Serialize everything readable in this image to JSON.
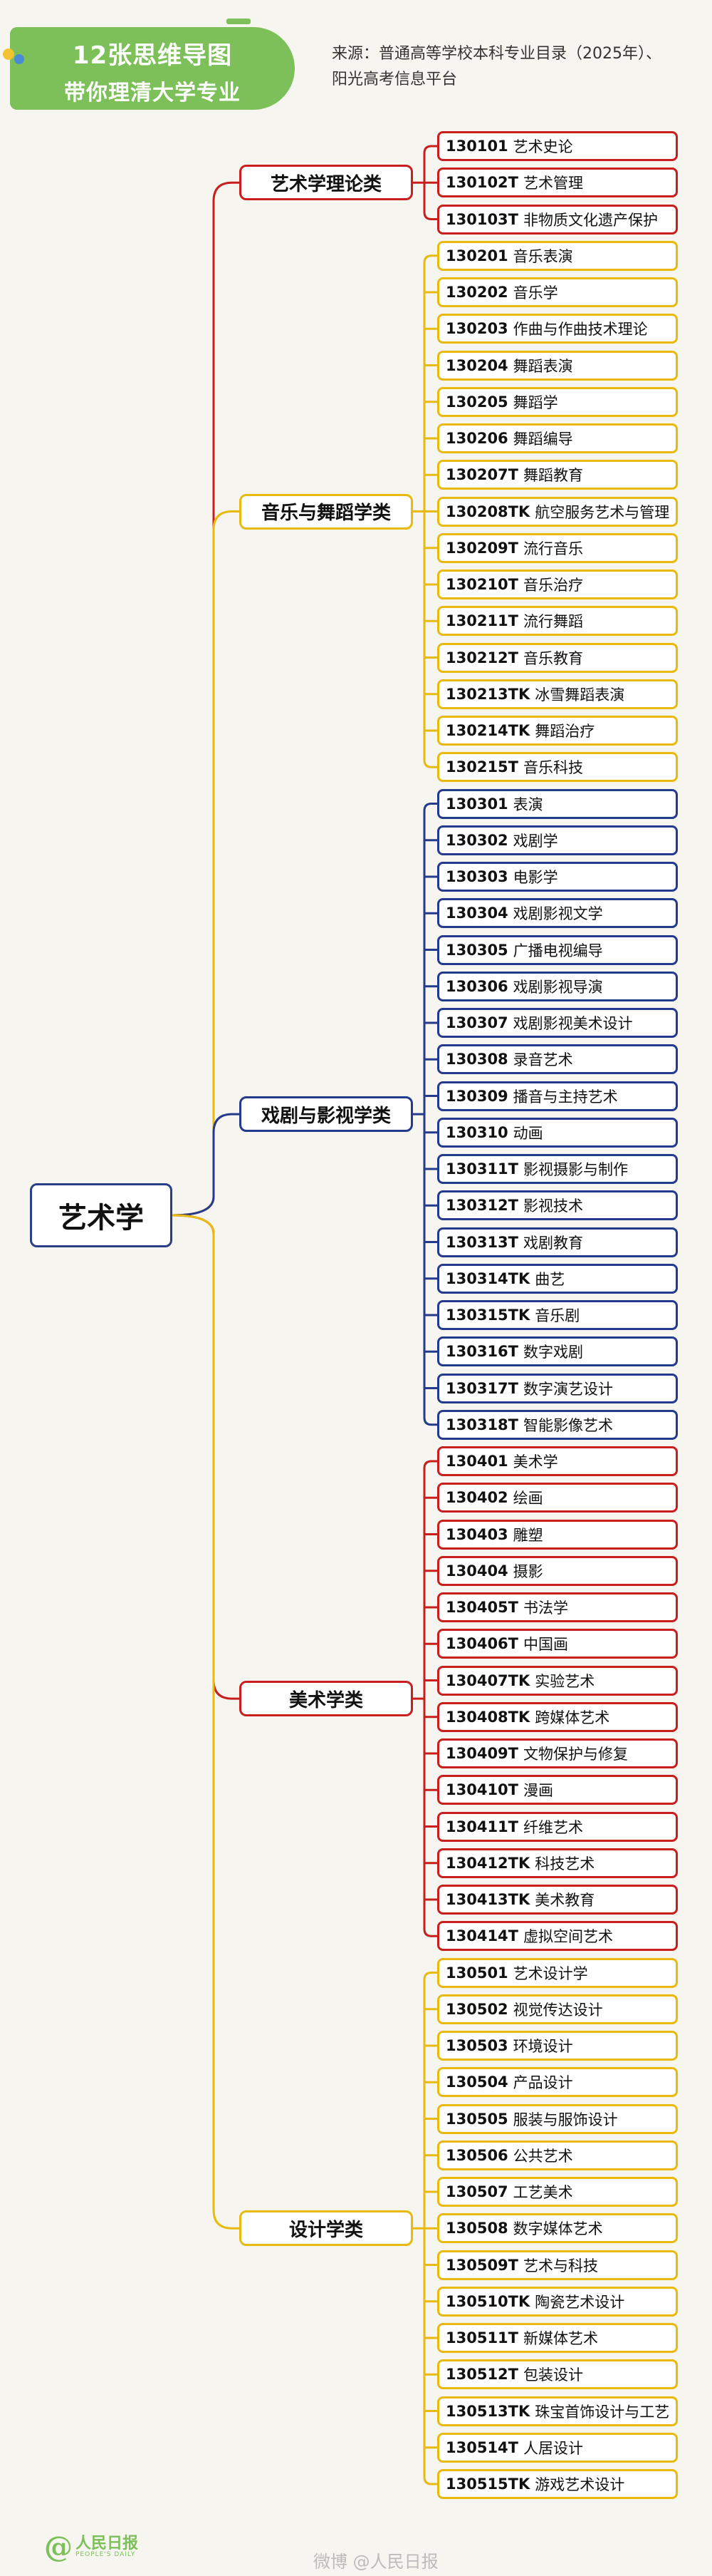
{
  "header": {
    "title": "12张思维导图",
    "subtitle": "带你理清大学专业",
    "source_lines": [
      "来源：普通高等学校本科专业目录（2025年）、",
      "阳光高考信息平台"
    ],
    "badge_color": "#7dc05a",
    "dot_colors": [
      "#f1c232",
      "#4a8bd4",
      "#7dc05a",
      "#e06060"
    ]
  },
  "root": {
    "label": "艺术学",
    "color": "#2b3f86"
  },
  "categories": [
    {
      "name": "艺术学理论类",
      "color": "#c81e1e",
      "items": [
        {
          "code": "130101",
          "name": "艺术史论"
        },
        {
          "code": "130102T",
          "name": "艺术管理"
        },
        {
          "code": "130103T",
          "name": "非物质文化遗产保护"
        }
      ]
    },
    {
      "name": "音乐与舞蹈学类",
      "color": "#e8b90e",
      "items": [
        {
          "code": "130201",
          "name": "音乐表演"
        },
        {
          "code": "130202",
          "name": "音乐学"
        },
        {
          "code": "130203",
          "name": "作曲与作曲技术理论"
        },
        {
          "code": "130204",
          "name": "舞蹈表演"
        },
        {
          "code": "130205",
          "name": "舞蹈学"
        },
        {
          "code": "130206",
          "name": "舞蹈编导"
        },
        {
          "code": "130207T",
          "name": "舞蹈教育"
        },
        {
          "code": "130208TK",
          "name": "航空服务艺术与管理"
        },
        {
          "code": "130209T",
          "name": "流行音乐"
        },
        {
          "code": "130210T",
          "name": "音乐治疗"
        },
        {
          "code": "130211T",
          "name": "流行舞蹈"
        },
        {
          "code": "130212T",
          "name": "音乐教育"
        },
        {
          "code": "130213TK",
          "name": "冰雪舞蹈表演"
        },
        {
          "code": "130214TK",
          "name": "舞蹈治疗"
        },
        {
          "code": "130215T",
          "name": "音乐科技"
        }
      ]
    },
    {
      "name": "戏剧与影视学类",
      "color": "#243a8c",
      "items": [
        {
          "code": "130301",
          "name": "表演"
        },
        {
          "code": "130302",
          "name": "戏剧学"
        },
        {
          "code": "130303",
          "name": "电影学"
        },
        {
          "code": "130304",
          "name": "戏剧影视文学"
        },
        {
          "code": "130305",
          "name": "广播电视编导"
        },
        {
          "code": "130306",
          "name": "戏剧影视导演"
        },
        {
          "code": "130307",
          "name": "戏剧影视美术设计"
        },
        {
          "code": "130308",
          "name": "录音艺术"
        },
        {
          "code": "130309",
          "name": "播音与主持艺术"
        },
        {
          "code": "130310",
          "name": "动画"
        },
        {
          "code": "130311T",
          "name": "影视摄影与制作"
        },
        {
          "code": "130312T",
          "name": "影视技术"
        },
        {
          "code": "130313T",
          "name": "戏剧教育"
        },
        {
          "code": "130314TK",
          "name": "曲艺"
        },
        {
          "code": "130315TK",
          "name": "音乐剧"
        },
        {
          "code": "130316T",
          "name": "数字戏剧"
        },
        {
          "code": "130317T",
          "name": "数字演艺设计"
        },
        {
          "code": "130318T",
          "name": "智能影像艺术"
        }
      ]
    },
    {
      "name": "美术学类",
      "color": "#c81e1e",
      "items": [
        {
          "code": "130401",
          "name": "美术学"
        },
        {
          "code": "130402",
          "name": "绘画"
        },
        {
          "code": "130403",
          "name": "雕塑"
        },
        {
          "code": "130404",
          "name": "摄影"
        },
        {
          "code": "130405T",
          "name": "书法学"
        },
        {
          "code": "130406T",
          "name": "中国画"
        },
        {
          "code": "130407TK",
          "name": "实验艺术"
        },
        {
          "code": "130408TK",
          "name": "跨媒体艺术"
        },
        {
          "code": "130409T",
          "name": "文物保护与修复"
        },
        {
          "code": "130410T",
          "name": "漫画"
        },
        {
          "code": "130411T",
          "name": "纤维艺术"
        },
        {
          "code": "130412TK",
          "name": "科技艺术"
        },
        {
          "code": "130413TK",
          "name": "美术教育"
        },
        {
          "code": "130414T",
          "name": "虚拟空间艺术"
        }
      ]
    },
    {
      "name": "设计学类",
      "color": "#e8b90e",
      "items": [
        {
          "code": "130501",
          "name": "艺术设计学"
        },
        {
          "code": "130502",
          "name": "视觉传达设计"
        },
        {
          "code": "130503",
          "name": "环境设计"
        },
        {
          "code": "130504",
          "name": "产品设计"
        },
        {
          "code": "130505",
          "name": "服装与服饰设计"
        },
        {
          "code": "130506",
          "name": "公共艺术"
        },
        {
          "code": "130507",
          "name": "工艺美术"
        },
        {
          "code": "130508",
          "name": "数字媒体艺术"
        },
        {
          "code": "130509T",
          "name": "艺术与科技"
        },
        {
          "code": "130510TK",
          "name": "陶瓷艺术设计"
        },
        {
          "code": "130511T",
          "name": "新媒体艺术"
        },
        {
          "code": "130512T",
          "name": "包装设计"
        },
        {
          "code": "130513TK",
          "name": "珠宝首饰设计与工艺"
        },
        {
          "code": "130514T",
          "name": "人居设计"
        },
        {
          "code": "130515TK",
          "name": "游戏艺术设计"
        }
      ]
    }
  ],
  "footer": {
    "logo_mark": "@",
    "logo_cn": "人民日报",
    "logo_en": "PEOPLE'S DAILY",
    "watermark": "微博 @人民日报"
  }
}
